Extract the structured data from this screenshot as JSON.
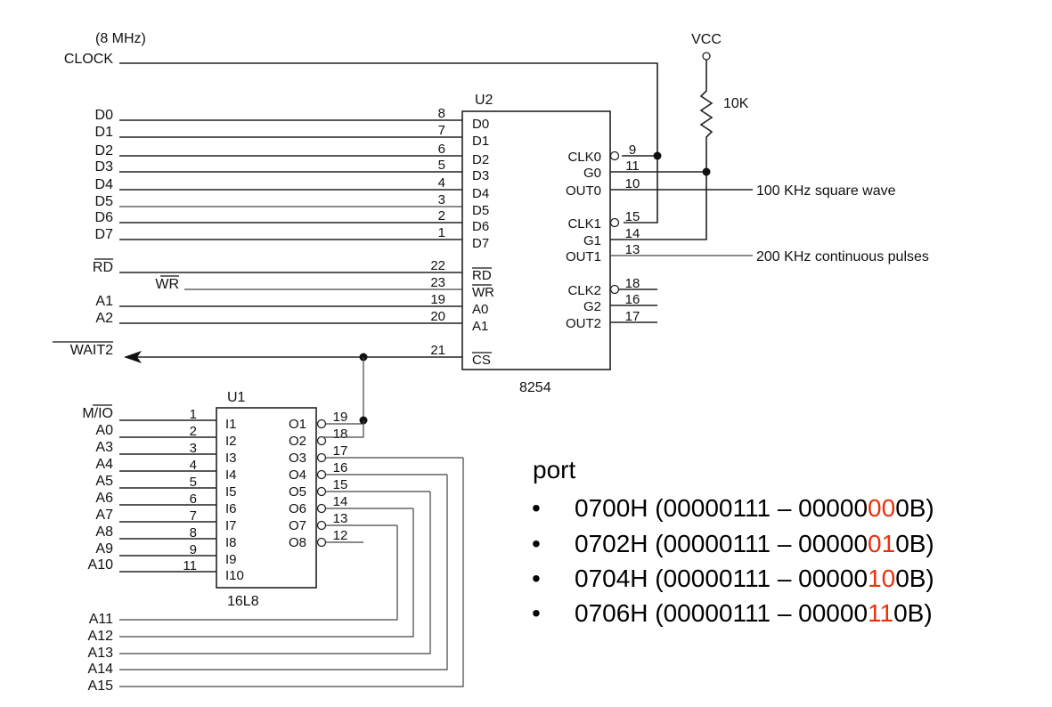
{
  "clock": {
    "freq": "(8 MHz)",
    "label": "CLOCK"
  },
  "vcc": {
    "label": "VCC",
    "resistor": "10K"
  },
  "u2": {
    "ref": "U2",
    "part": "8254",
    "left_pins": [
      {
        "signal": "D0",
        "num": "8",
        "pin": "D0"
      },
      {
        "signal": "D1",
        "num": "7",
        "pin": "D1"
      },
      {
        "signal": "D2",
        "num": "6",
        "pin": "D2"
      },
      {
        "signal": "D3",
        "num": "5",
        "pin": "D3"
      },
      {
        "signal": "D4",
        "num": "4",
        "pin": "D4"
      },
      {
        "signal": "D5",
        "num": "3",
        "pin": "D5"
      },
      {
        "signal": "D6",
        "num": "2",
        "pin": "D6"
      },
      {
        "signal": "D7",
        "num": "1",
        "pin": "D7"
      },
      {
        "signal": "RD",
        "num": "22",
        "pin": "RD",
        "overline": true
      },
      {
        "signal": "WR",
        "num": "23",
        "pin": "WR",
        "overline": true
      },
      {
        "signal": "A1",
        "num": "19",
        "pin": "A0"
      },
      {
        "signal": "A2",
        "num": "20",
        "pin": "A1"
      },
      {
        "signal": "WAIT2",
        "num": "21",
        "pin": "CS",
        "overline": true
      }
    ],
    "right_pins": [
      {
        "pin": "CLK0",
        "num": "9",
        "bubble": true
      },
      {
        "pin": "G0",
        "num": "11"
      },
      {
        "pin": "OUT0",
        "num": "10"
      },
      {
        "pin": "CLK1",
        "num": "15",
        "bubble": true
      },
      {
        "pin": "G1",
        "num": "14"
      },
      {
        "pin": "OUT1",
        "num": "13"
      },
      {
        "pin": "CLK2",
        "num": "18",
        "bubble": true
      },
      {
        "pin": "G2",
        "num": "16"
      },
      {
        "pin": "OUT2",
        "num": "17"
      }
    ],
    "outputs": {
      "out0": "100 KHz square wave",
      "out1": "200 KHz continuous pulses"
    }
  },
  "u1": {
    "ref": "U1",
    "part": "16L8",
    "inputs": [
      {
        "signal": "M/IO",
        "num": "1",
        "pin": "I1"
      },
      {
        "signal": "A0",
        "num": "2",
        "pin": "I2"
      },
      {
        "signal": "A3",
        "num": "3",
        "pin": "I3"
      },
      {
        "signal": "A4",
        "num": "4",
        "pin": "I4"
      },
      {
        "signal": "A5",
        "num": "5",
        "pin": "I5"
      },
      {
        "signal": "A6",
        "num": "6",
        "pin": "I6"
      },
      {
        "signal": "A7",
        "num": "7",
        "pin": "I7"
      },
      {
        "signal": "A8",
        "num": "8",
        "pin": "I8"
      },
      {
        "signal": "A9",
        "num": "9",
        "pin": "I9"
      },
      {
        "signal": "A10",
        "num": "11",
        "pin": "I10"
      }
    ],
    "outputs": [
      {
        "pin": "O1",
        "num": "19"
      },
      {
        "pin": "O2",
        "num": "18"
      },
      {
        "pin": "O3",
        "num": "17"
      },
      {
        "pin": "O4",
        "num": "16"
      },
      {
        "pin": "O5",
        "num": "15"
      },
      {
        "pin": "O6",
        "num": "14"
      },
      {
        "pin": "O7",
        "num": "13"
      },
      {
        "pin": "O8",
        "num": "12"
      }
    ],
    "upper_address": [
      "A11",
      "A12",
      "A13",
      "A14",
      "A15"
    ]
  },
  "ports": {
    "title": "port",
    "bullet": "•",
    "items": [
      {
        "hex": "0700H (00000111 – 00000",
        "hl": "00",
        "tail": "0B)"
      },
      {
        "hex": "0702H (00000111 – 00000",
        "hl": "01",
        "tail": "0B)"
      },
      {
        "hex": "0704H (00000111 – 00000",
        "hl": "10",
        "tail": "0B)"
      },
      {
        "hex": "0706H (00000111 – 00000",
        "hl": "11",
        "tail": "0B)"
      }
    ],
    "highlight_color": "#e8320e"
  }
}
